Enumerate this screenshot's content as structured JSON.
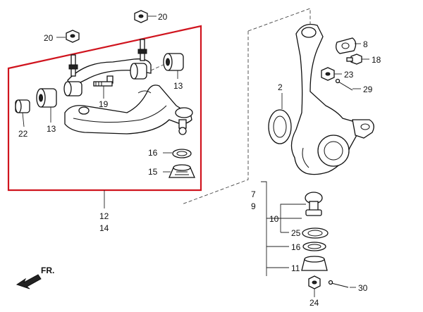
{
  "parts": {
    "p20a": "20",
    "p20b": "20",
    "p13a": "13",
    "p13b": "13",
    "p19": "19",
    "p22": "22",
    "p16a": "16",
    "p15": "15",
    "p12": "12",
    "p14": "14",
    "p8": "8",
    "p18": "18",
    "p23": "23",
    "p29": "29",
    "p2": "2",
    "p7": "7",
    "p9": "9",
    "p10": "10",
    "p25": "25",
    "p16b": "16",
    "p11": "11",
    "p30": "30",
    "p24": "24"
  },
  "direction_label": "FR.",
  "colors": {
    "highlight": "#d0141e",
    "ink": "#111111"
  }
}
